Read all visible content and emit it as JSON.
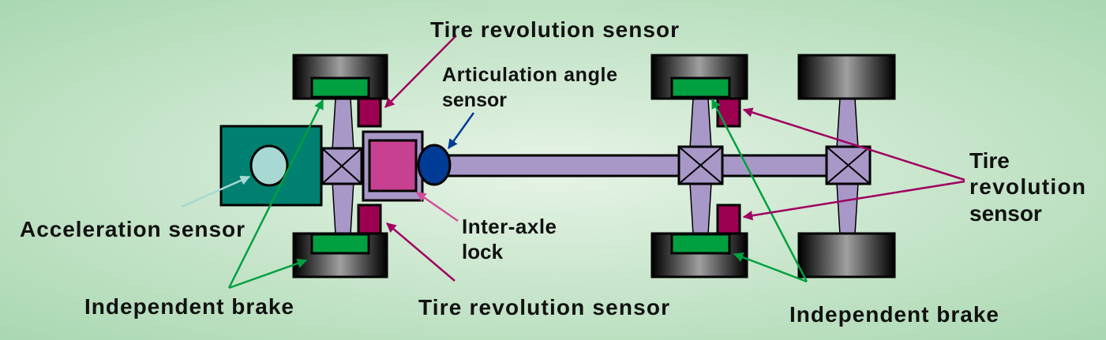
{
  "labels": {
    "tire_sensor_top": "Tire revolution sensor",
    "articulation_line1": "Articulation angle",
    "articulation_line2": "sensor",
    "acceleration": "Acceleration sensor",
    "inter_axle_line1": "Inter-axle",
    "inter_axle_line2": "lock",
    "tire_sensor_bottom": "Tire revolution sensor",
    "brake_left": "Independent brake",
    "brake_right": "Independent brake",
    "tire_sensor_right_line1": "Tire",
    "tire_sensor_right_line2": "revolution",
    "tire_sensor_right_line3": "sensor"
  },
  "colors": {
    "background_center": "#e6f3e6",
    "background_edge": "#a6d6ae",
    "brake": "#00a040",
    "tire_sensor": "#9c0050",
    "engine": "#008070",
    "acceleration_sensor": "#a8d8d4",
    "axle": "#a898c8",
    "inter_axle_lock": "#c84090",
    "articulation_sensor": "#003c96",
    "arrow_green": "#00a040",
    "arrow_magenta": "#a00060",
    "arrow_blue": "#003c96",
    "arrow_lightblue": "#a8d8d4",
    "arrow_pink": "#d0509c"
  }
}
